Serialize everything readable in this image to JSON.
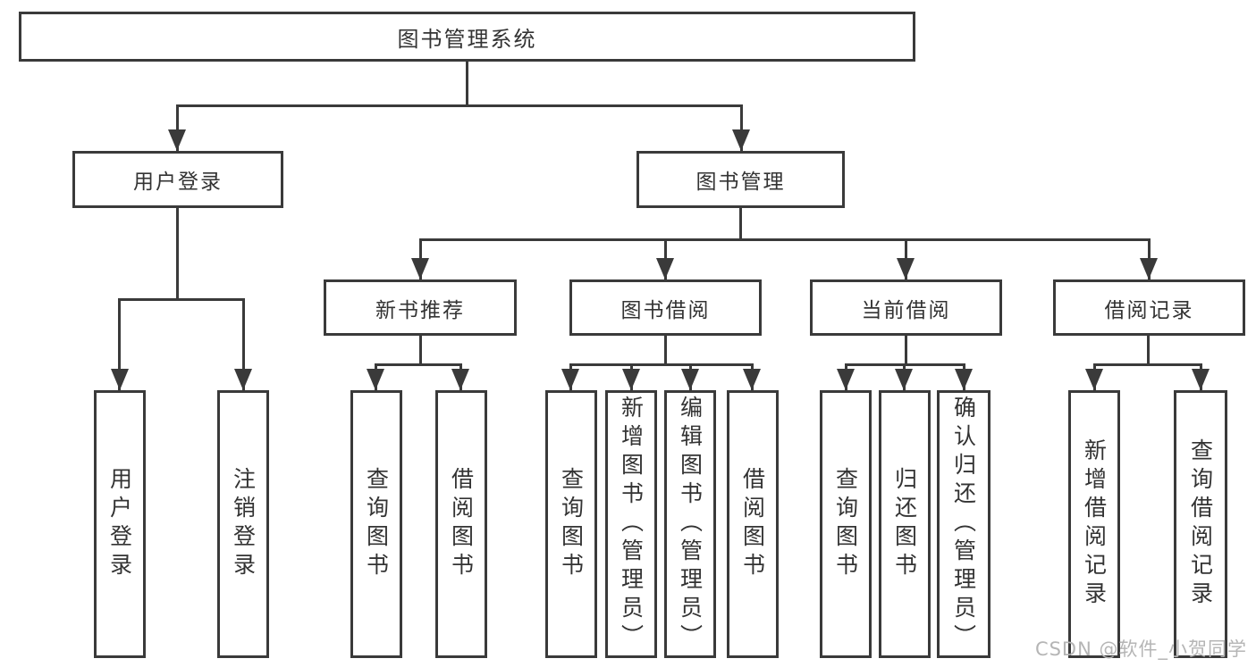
{
  "nodes": {
    "root": {
      "label": "图书管理系统"
    },
    "user_login": {
      "label": "用户登录"
    },
    "book_mgmt": {
      "label": "图书管理"
    },
    "new_book_rec": {
      "label": "新书推荐"
    },
    "book_borrow": {
      "label": "图书借阅"
    },
    "current_borrow": {
      "label": "当前借阅"
    },
    "borrow_records": {
      "label": "借阅记录"
    },
    "leaf_user_login": {
      "label": "用户登录"
    },
    "leaf_logout": {
      "label": "注销登录"
    },
    "leaf_query_book_1": {
      "label": "查询图书"
    },
    "leaf_borrow_book_1": {
      "label": "借阅图书"
    },
    "leaf_query_book_2": {
      "label": "查询图书"
    },
    "leaf_add_book": {
      "label": "新增图书（管理员）"
    },
    "leaf_edit_book": {
      "label": "编辑图书（管理员）"
    },
    "leaf_borrow_book_2": {
      "label": "借阅图书"
    },
    "leaf_query_book_3": {
      "label": "查询图书"
    },
    "leaf_return_book": {
      "label": "归还图书"
    },
    "leaf_confirm_return": {
      "label": "确认归还（管理员）"
    },
    "leaf_add_record": {
      "label": "新增借阅记录"
    },
    "leaf_query_record": {
      "label": "查询借阅记录"
    }
  },
  "watermark": {
    "text": "CSDN @软件_小贺同学"
  },
  "colors": {
    "line": "#3a3a3a",
    "text": "#333333",
    "background": "#ffffff",
    "watermark": "#b5b5b5"
  }
}
